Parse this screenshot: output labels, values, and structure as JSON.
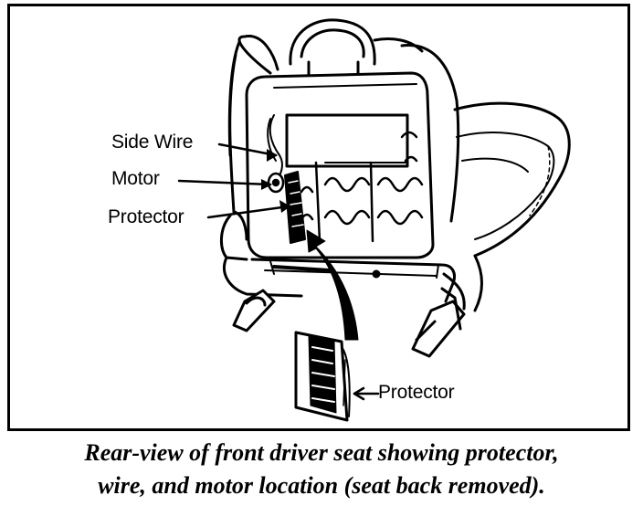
{
  "figure": {
    "labels": {
      "side_wire": "Side Wire",
      "motor": "Motor",
      "protector": "Protector",
      "protector_detail": "Protector"
    },
    "caption": {
      "line1": "Rear-view of front driver seat showing protector,",
      "line2": "wire, and motor location (seat back removed)."
    }
  }
}
